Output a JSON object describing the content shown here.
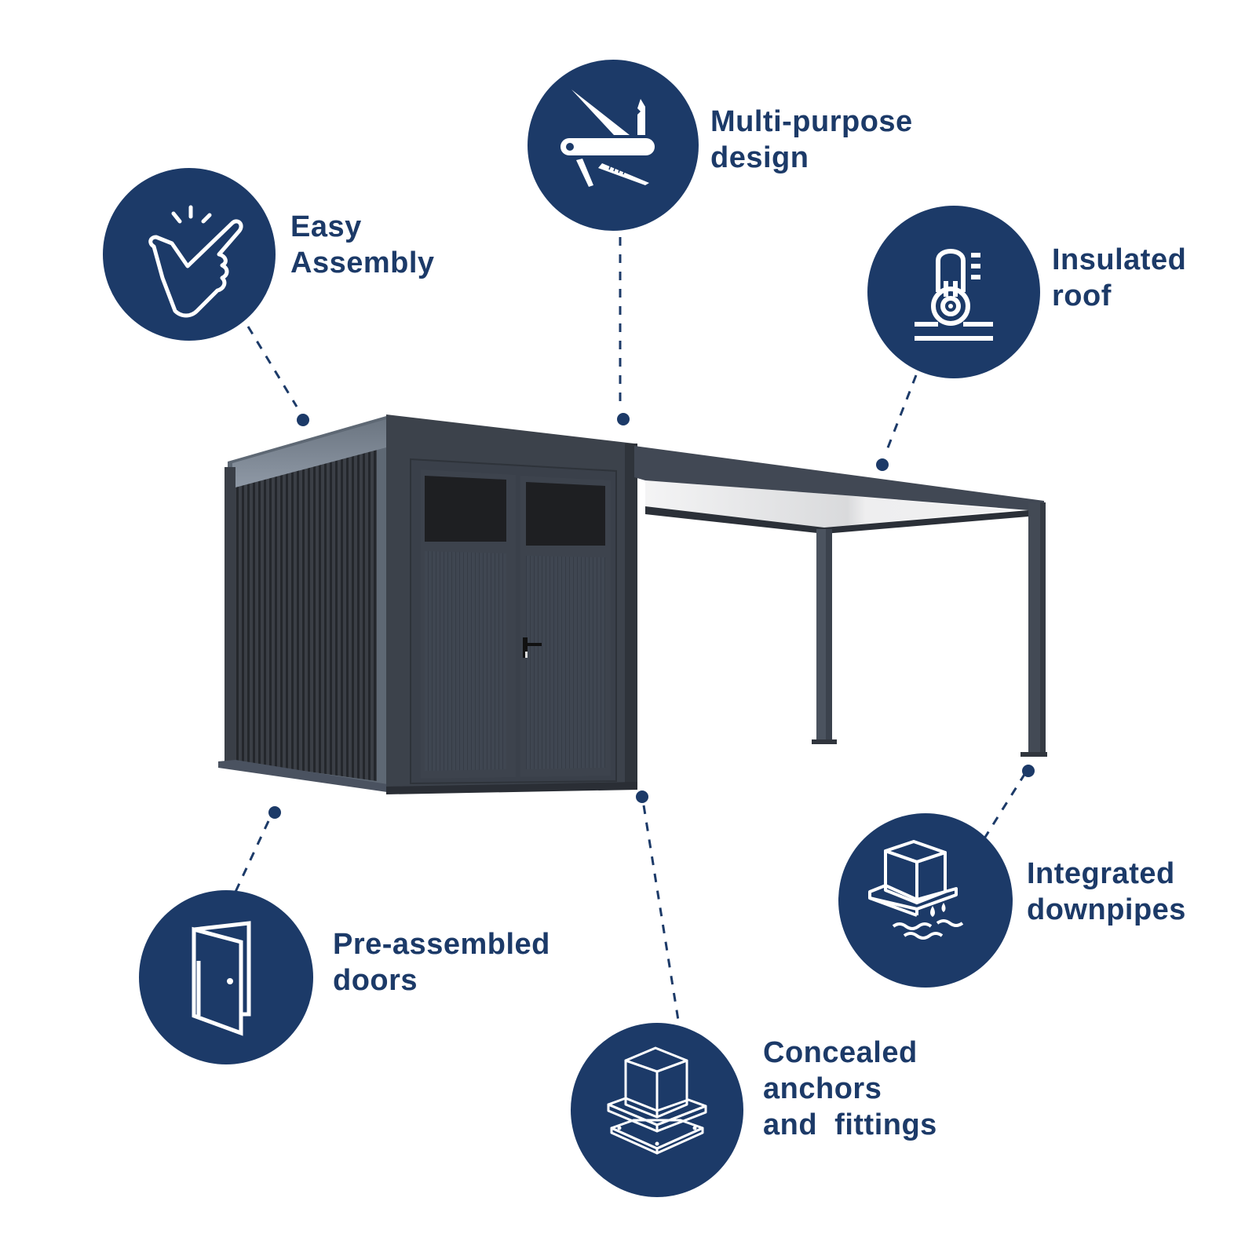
{
  "colors": {
    "brand_navy": "#1c3a68",
    "icon_white": "#ffffff",
    "product_dark": "#3a3f48",
    "product_mid": "#4a515c",
    "product_light": "#8d96a3",
    "glass": "#1e1f22",
    "roof_panel": "#e4e5e7"
  },
  "product": {
    "name": "product-render",
    "description": "Anthracite garden shed with double doors and attached pergola"
  },
  "features": [
    {
      "id": "easy-assembly",
      "icon": "hand-snap-icon",
      "lines": [
        "Easy",
        "Assembly"
      ]
    },
    {
      "id": "multi-purpose",
      "icon": "pocket-knife-icon",
      "lines": [
        "Multi-purpose",
        "design"
      ]
    },
    {
      "id": "insulated-roof",
      "icon": "thermometer-insulation-icon",
      "lines": [
        "Insulated",
        "roof"
      ]
    },
    {
      "id": "integrated-downpipes",
      "icon": "post-water-drain-icon",
      "lines": [
        "Integrated",
        "downpipes"
      ]
    },
    {
      "id": "concealed-anchors",
      "icon": "post-anchor-plate-icon",
      "lines": [
        "Concealed",
        "anchors",
        "and  fittings"
      ]
    },
    {
      "id": "pre-assembled-doors",
      "icon": "open-door-icon",
      "lines": [
        "Pre-assembled",
        "doors"
      ]
    }
  ]
}
